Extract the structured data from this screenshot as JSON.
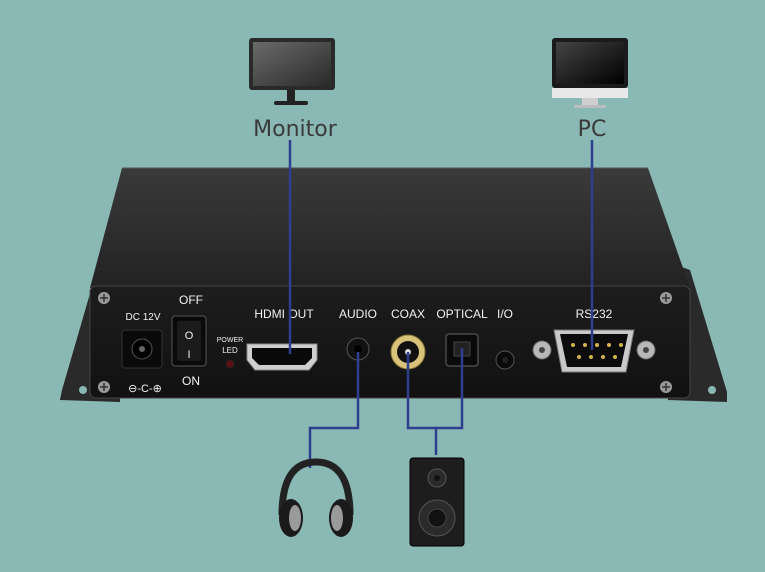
{
  "devices": {
    "monitor": {
      "label": "Monitor",
      "icon": "monitor-icon"
    },
    "pc": {
      "label": "PC",
      "icon": "desktop-pc-icon"
    },
    "headphones": {
      "icon": "headphones-icon"
    },
    "speaker": {
      "icon": "speaker-icon"
    }
  },
  "panel": {
    "dc": "DC 12V",
    "off": "OFF",
    "on": "ON",
    "switch_top": "O",
    "switch_bottom": "I",
    "power_led_1": "POWER",
    "power_led_2": "LED",
    "hdmi": "HDMI OUT",
    "audio": "AUDIO",
    "coax": "COAX",
    "optical": "OPTICAL",
    "io": "I/O",
    "rs232": "RS232",
    "polarity": "⊖-C-⊕"
  },
  "colors": {
    "background": "#8ab8b4",
    "cable": "#2e3f8f",
    "chassis": "#2b2b2b"
  }
}
